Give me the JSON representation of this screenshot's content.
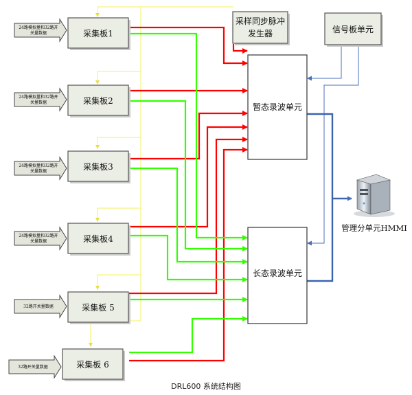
{
  "boards": [
    {
      "label": "采集板1",
      "input_lines": [
        "24路模拟量和32路开",
        "关量数据"
      ]
    },
    {
      "label": "采集板2",
      "input_lines": [
        "24路模拟量和32路开",
        "关量数据"
      ]
    },
    {
      "label": "采集板3",
      "input_lines": [
        "24路模拟量和32路开",
        "关量数据"
      ]
    },
    {
      "label": "采集板4",
      "input_lines": [
        "24路模拟量和32路开",
        "关量数据"
      ]
    },
    {
      "label": "采集板 5",
      "input_lines": [
        "32路开关量数据"
      ]
    },
    {
      "label": "采集板 6",
      "input_lines": [
        "32路开关量数据"
      ]
    }
  ],
  "sync_pulse": {
    "line1": "采样同步脉冲",
    "line2": "发生器"
  },
  "signal_board": "信号板单元",
  "transient_recorder": "暂态录波单元",
  "steady_recorder": "长态录波单元",
  "hmmi": "管理分单元HMMI",
  "caption": "DRL600 系统结构图",
  "colors": {
    "red_line": "#ff0000",
    "green_line": "#33ff00",
    "yellow_line": "#f5f05a",
    "blue_line": "#3b63b0"
  }
}
